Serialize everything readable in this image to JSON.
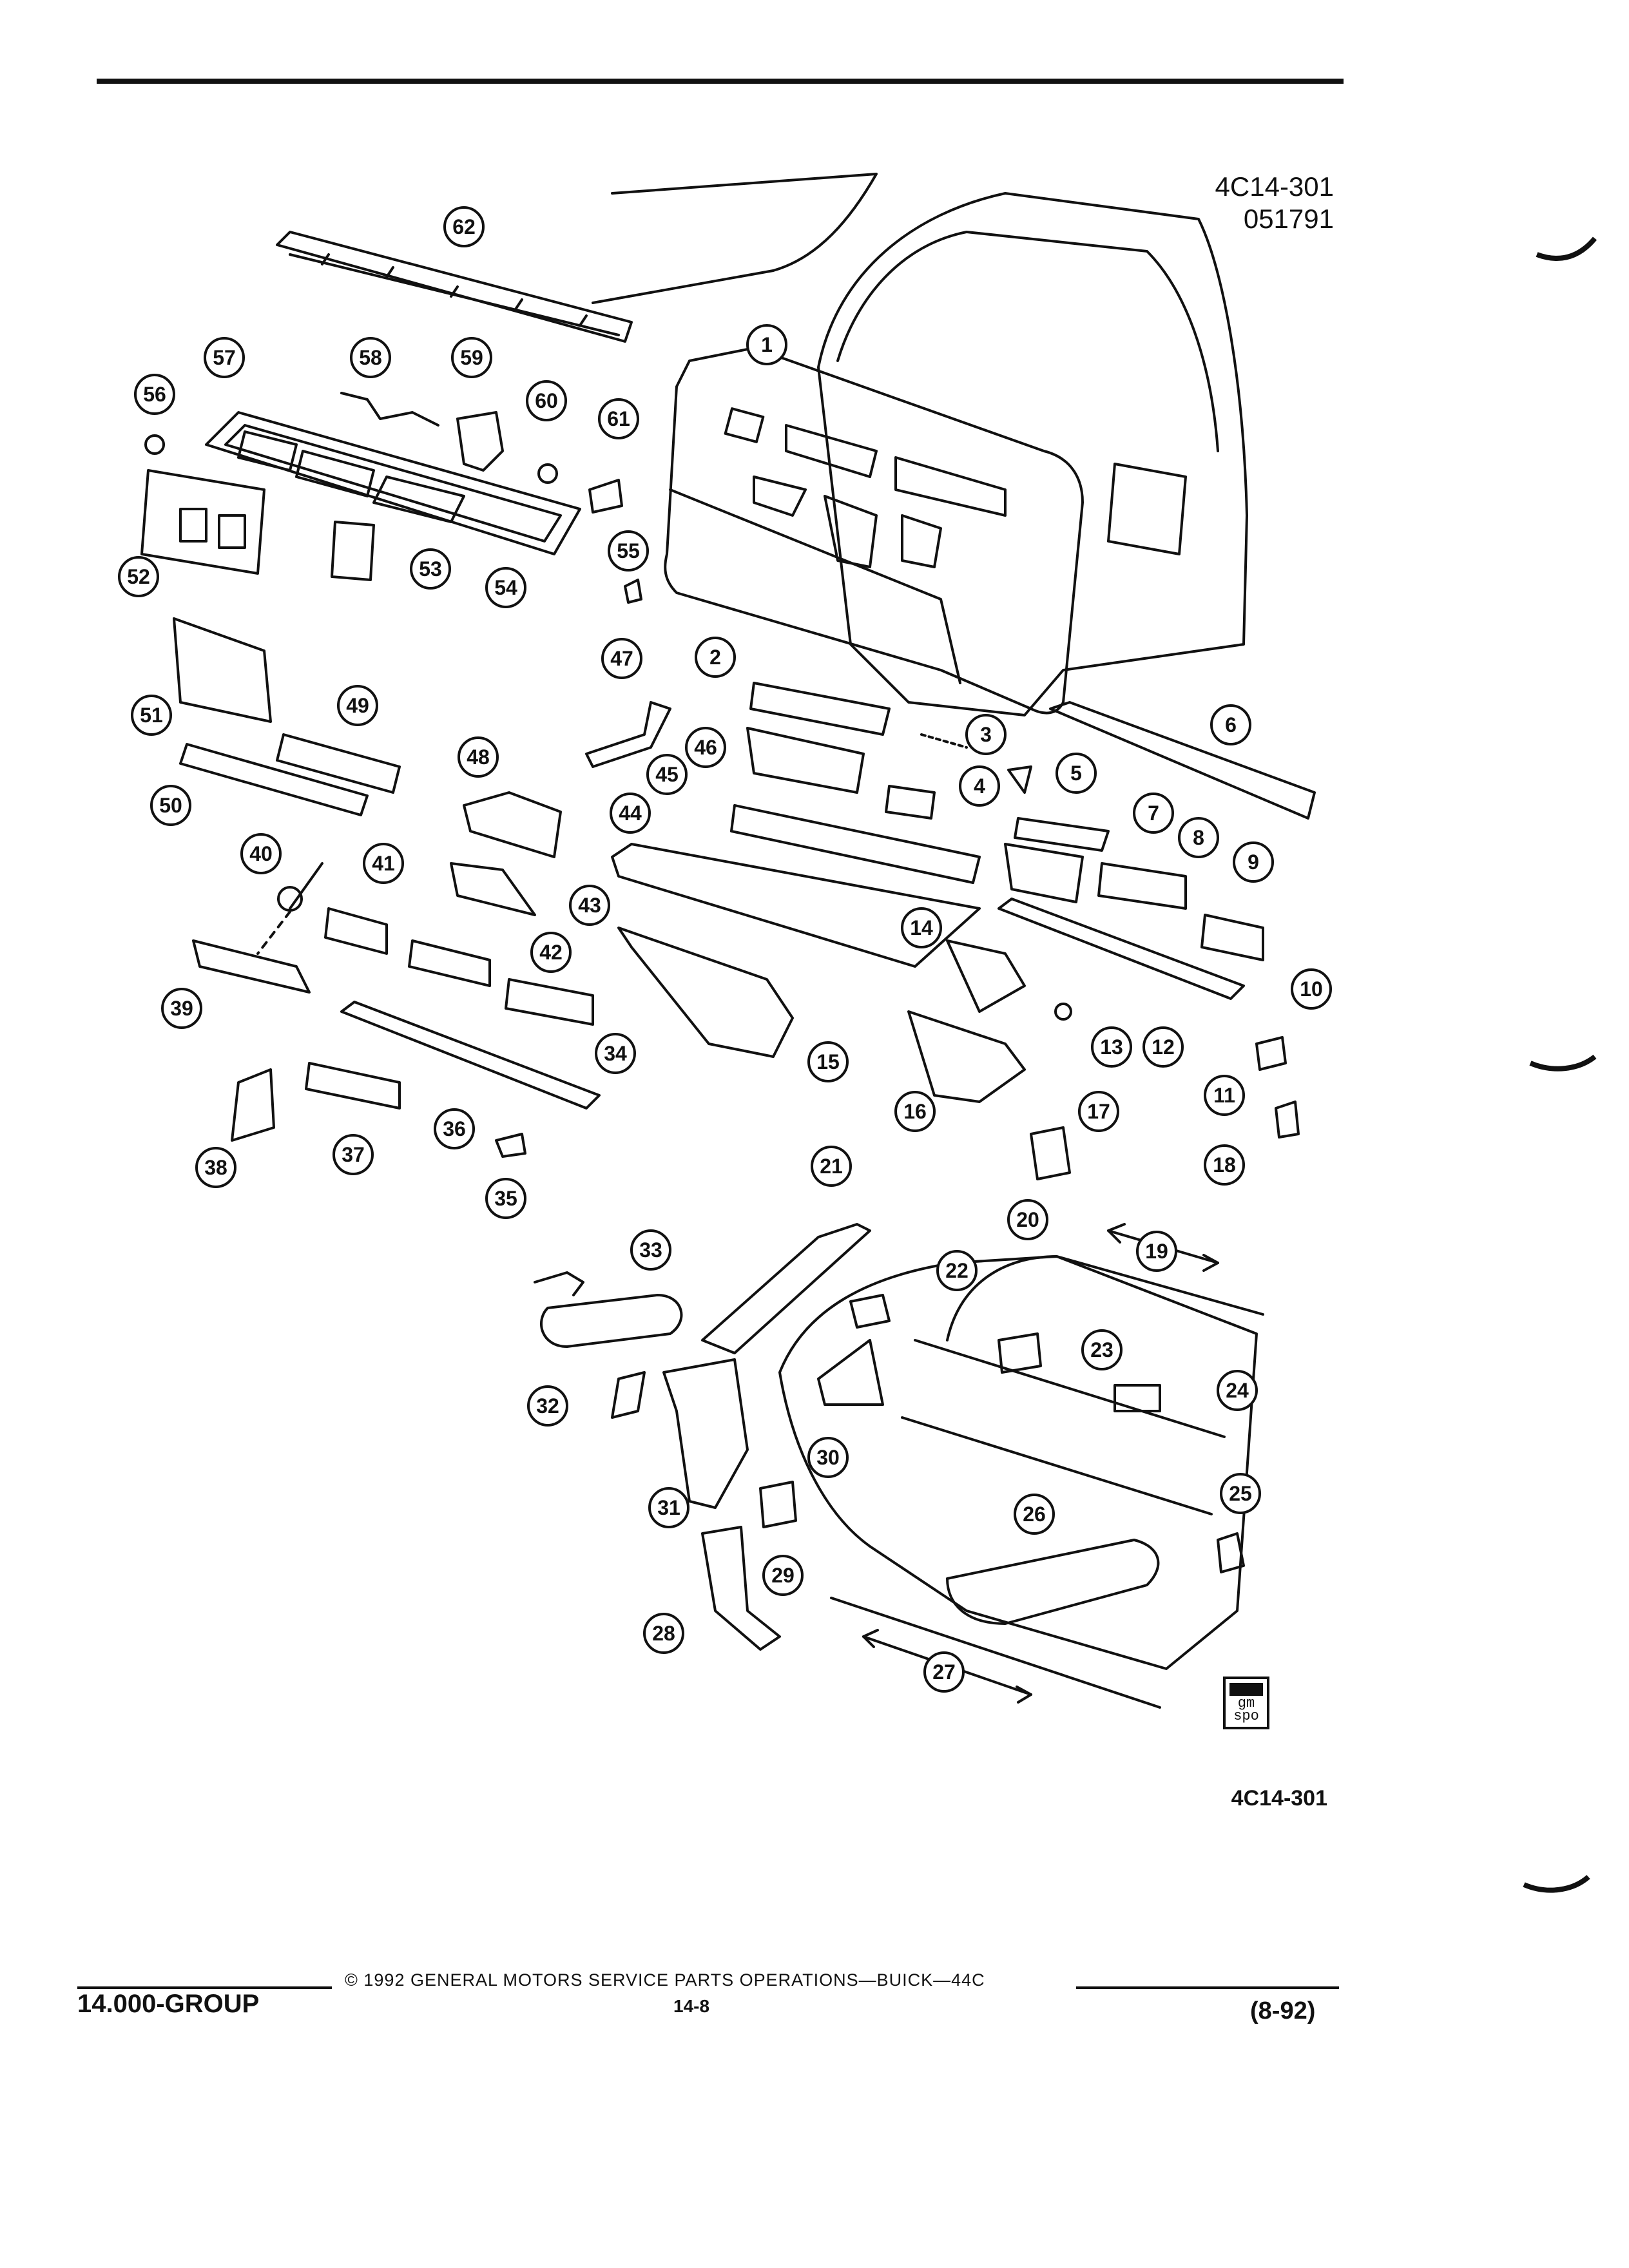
{
  "figure": {
    "code_top_line1": "4C14-301",
    "code_top_line2": "051791",
    "code_bottom": "4C14-301"
  },
  "footer": {
    "group": "14.000-GROUP",
    "copyright": "© 1992 GENERAL MOTORS SERVICE PARTS OPERATIONS—BUICK—44C",
    "page": "14-8",
    "date": "(8-92)"
  },
  "logo": {
    "line1": "gm",
    "line2": "spo"
  },
  "callouts": [
    "1",
    "2",
    "3",
    "4",
    "5",
    "6",
    "7",
    "8",
    "9",
    "10",
    "11",
    "12",
    "13",
    "14",
    "15",
    "16",
    "17",
    "18",
    "19",
    "20",
    "21",
    "22",
    "23",
    "24",
    "25",
    "26",
    "27",
    "28",
    "29",
    "30",
    "31",
    "32",
    "33",
    "34",
    "35",
    "36",
    "37",
    "38",
    "39",
    "40",
    "41",
    "42",
    "43",
    "44",
    "45",
    "46",
    "47",
    "48",
    "49",
    "50",
    "51",
    "52",
    "53",
    "54",
    "55",
    "56",
    "57",
    "58",
    "59",
    "60",
    "61",
    "62"
  ],
  "colors": {
    "ink": "#111111",
    "paper": "#ffffff"
  }
}
